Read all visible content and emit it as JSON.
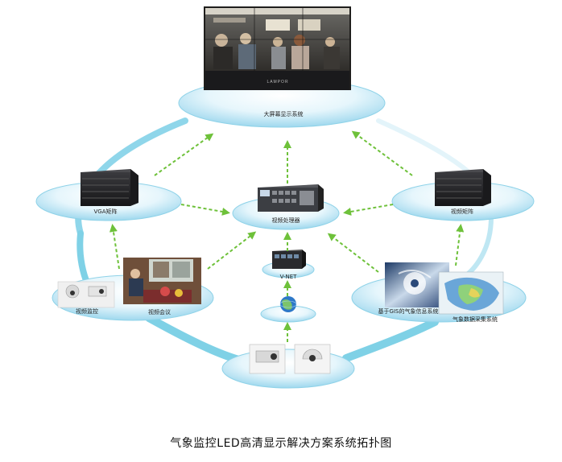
{
  "nodes": {
    "big_screen": "大屏幕显示系统",
    "vga_matrix": "VGA矩阵",
    "video_matrix": "视频矩阵",
    "video_processor": "视频处理器",
    "vnet": "V-NET",
    "video_monitor": "视频监控",
    "video_conference": "视频会议",
    "gis_system": "基于GIS的气象信息系统",
    "weather_data": "气象数据采集系统"
  },
  "screen_logo": "LAMPOR",
  "caption": "气象监控LED高清显示解决方案系统拓扑图",
  "colors": {
    "ring": "#7fd1e6",
    "ellipse_light": "#ffffff",
    "ellipse_dark": "#9fd8ee",
    "arrow": "#6ec13a",
    "rack": "#2b2b2e"
  }
}
